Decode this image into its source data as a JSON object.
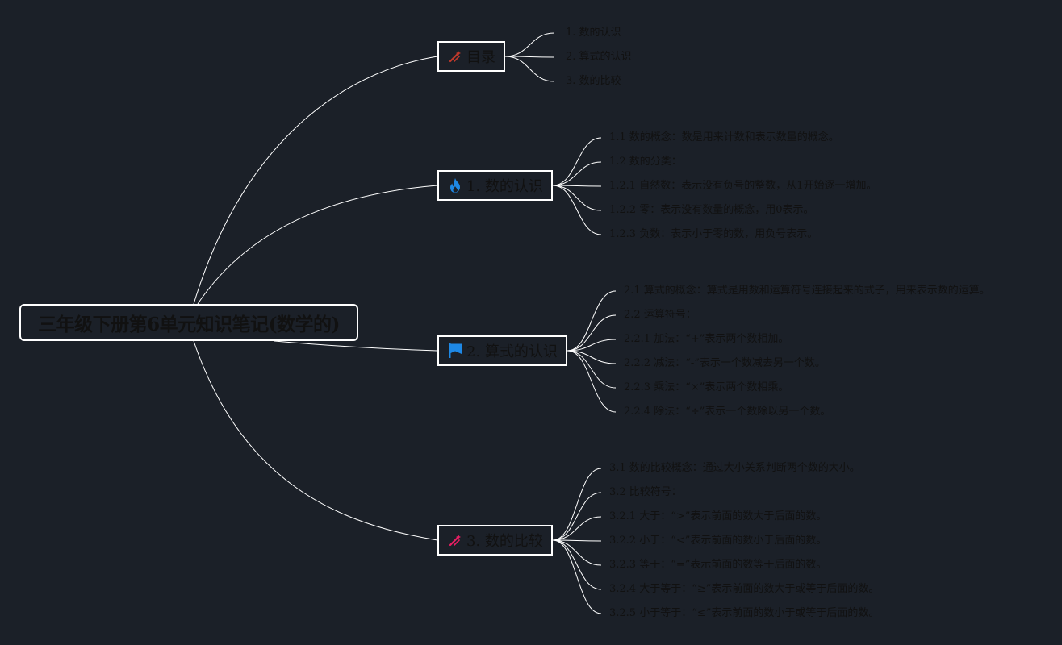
{
  "root": {
    "label": "三年级下册第6单元知识笔记(数学的)"
  },
  "branches": [
    {
      "label": "目录",
      "icon": "pencil-sparkle-icon",
      "icon_color": "#c0392b",
      "items": [
        "1. 数的认识",
        "2. 算式的认识",
        "3. 数的比较"
      ]
    },
    {
      "label": "1. 数的认识",
      "icon": "fire-icon",
      "icon_color": "#1e88e5",
      "items": [
        "1.1 数的概念：数是用来计数和表示数量的概念。",
        "1.2 数的分类：",
        "1.2.1 自然数：表示没有负号的整数，从1开始逐一增加。",
        "1.2.2 零：表示没有数量的概念，用0表示。",
        "1.2.3 负数：表示小于零的数，用负号表示。"
      ]
    },
    {
      "label": "2. 算式的认识",
      "icon": "flag-icon",
      "icon_color": "#1e88e5",
      "items": [
        "2.1 算式的概念：算式是用数和运算符号连接起来的式子，用来表示数的运算。",
        "2.2 运算符号：",
        "2.2.1 加法：“+”表示两个数相加。",
        "2.2.2 减法：“-”表示一个数减去另一个数。",
        "2.2.3 乘法：“×”表示两个数相乘。",
        "2.2.4 除法：“÷”表示一个数除以另一个数。"
      ]
    },
    {
      "label": "3. 数的比较",
      "icon": "pencil-sparkle-icon",
      "icon_color": "#e91e63",
      "items": [
        "3.1 数的比较概念：通过大小关系判断两个数的大小。",
        "3.2 比较符号：",
        "3.2.1 大于：“>”表示前面的数大于后面的数。",
        "3.2.2 小于：“<”表示前面的数小于后面的数。",
        "3.2.3 等于：“=”表示前面的数等于后面的数。",
        "3.2.4 大于等于：“≥”表示前面的数大于或等于后面的数。",
        "3.2.5 小于等于：“≤”表示前面的数小于或等于后面的数。"
      ]
    }
  ]
}
